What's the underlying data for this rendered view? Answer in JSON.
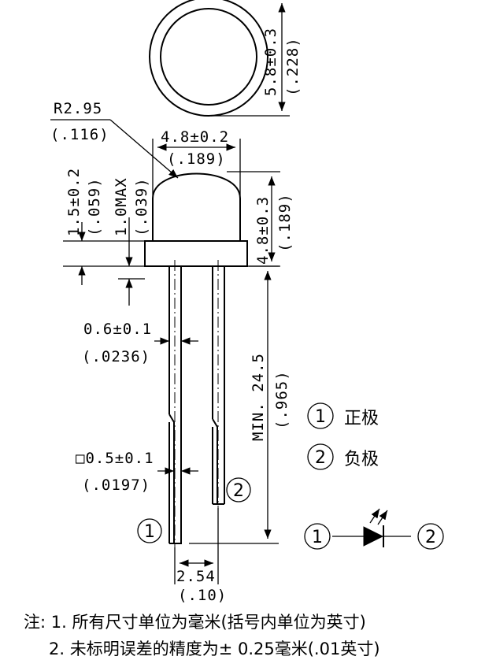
{
  "dimensions": {
    "diameter": "5.8±0.3",
    "diameter_in": "(.228)",
    "radius": "R2.95",
    "radius_in": "(.116)",
    "lens_width": "4.8±0.2",
    "lens_width_in": "(.189)",
    "flange_height": "1.5±0.2",
    "flange_height_in": "(.059)",
    "flange_max": "1.0MAX",
    "flange_max_in": "(.039)",
    "body_height": "4.8±0.3",
    "body_height_in": "(.189)",
    "lead_width": "0.6±0.1",
    "lead_width_in": "(.0236)",
    "lead_square": "□0.5±0.1",
    "lead_square_in": "(.0197)",
    "lead_length": "MIN. 24.5",
    "lead_length_in": "(.965)",
    "pitch": "2.54",
    "pitch_in": "(.10)"
  },
  "legend": {
    "marker1": "1",
    "label1": "正极",
    "marker2": "2",
    "label2": "负极"
  },
  "pins": {
    "pin1": "1",
    "pin2": "2"
  },
  "symbol": {
    "left": "1",
    "right": "2"
  },
  "notes": {
    "line1": "注: 1. 所有尺寸单位为毫米(括号内单位为英寸)",
    "line2": "2. 未标明误差的精度为± 0.25毫米(.01英寸)"
  }
}
